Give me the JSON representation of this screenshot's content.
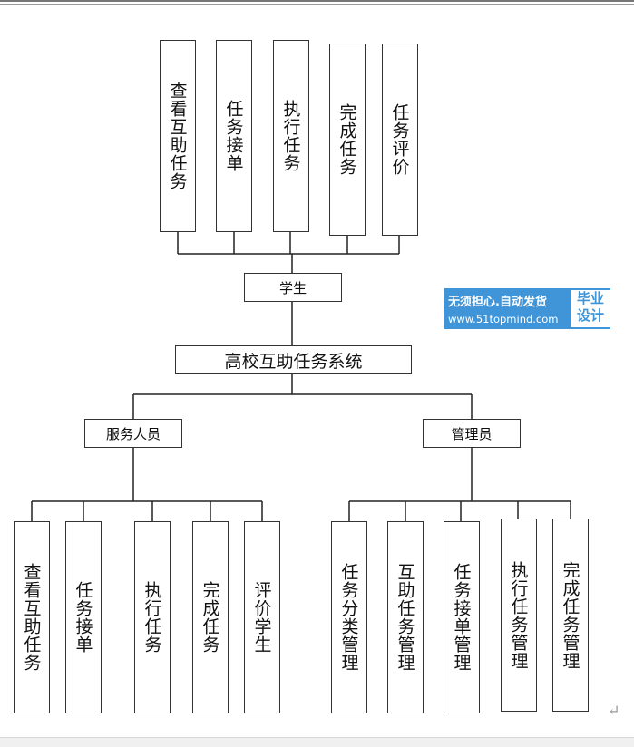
{
  "student_functions": [
    "查看互助任务",
    "任务接单",
    "执行任务",
    "完成任务",
    "任务评价"
  ],
  "student": "学生",
  "system_title": "高校互助任务系统",
  "service_staff": "服务人员",
  "admin": "管理员",
  "service_functions": [
    "查看互助任务",
    "任务接单",
    "执行任务",
    "完成任务",
    "评价学生"
  ],
  "admin_functions": [
    "任务分类管理",
    "互助任务管理",
    "任务接单管理",
    "执行任务管理",
    "完成任务管理"
  ],
  "watermark": {
    "slogan": "无须担心.自动发货",
    "url": "www.51topmind.com",
    "badge": "毕业设计"
  },
  "return_mark": "↵"
}
